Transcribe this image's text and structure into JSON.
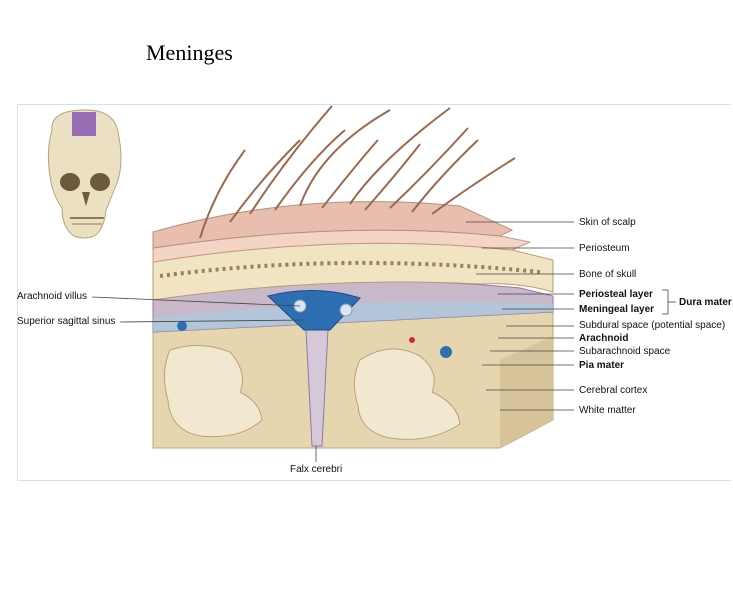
{
  "title": "Meninges",
  "labels": {
    "skin_of_scalp": "Skin of scalp",
    "periosteum": "Periosteum",
    "bone_of_skull": "Bone of skull",
    "periosteal_layer": "Periosteal layer",
    "meningeal_layer": "Meningeal layer",
    "dura_mater": "Dura mater",
    "subdural_space": "Subdural space (potential space)",
    "arachnoid": "Arachnoid",
    "subarachnoid_space": "Subarachnoid space",
    "pia_mater": "Pia mater",
    "cerebral_cortex": "Cerebral cortex",
    "white_matter": "White matter",
    "arachnoid_villus": "Arachnoid villus",
    "superior_sagittal_sinus": "Superior sagittal sinus",
    "falx_cerebri": "Falx cerebri"
  },
  "colors": {
    "skin": "#e8bfae",
    "bone": "#f1e4c3",
    "dura": "#c9b8c9",
    "blood_vessel": "#2e6fb3",
    "brain": "#e6d6b0",
    "white_matter": "#f1e8cf"
  }
}
